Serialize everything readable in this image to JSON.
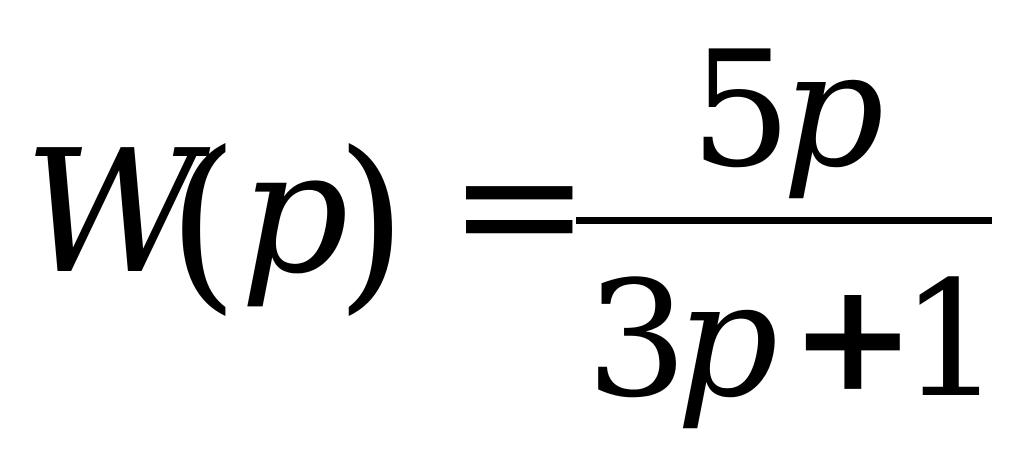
{
  "formula": {
    "lhs": {
      "function": "W",
      "open_paren": "(",
      "variable": "p",
      "close_paren": ")"
    },
    "relation": "=",
    "fraction": {
      "numerator": {
        "coefficient": "5",
        "variable": "p"
      },
      "denominator": {
        "coefficient": "3",
        "variable": "p",
        "operator": "+",
        "constant": "1"
      }
    }
  }
}
